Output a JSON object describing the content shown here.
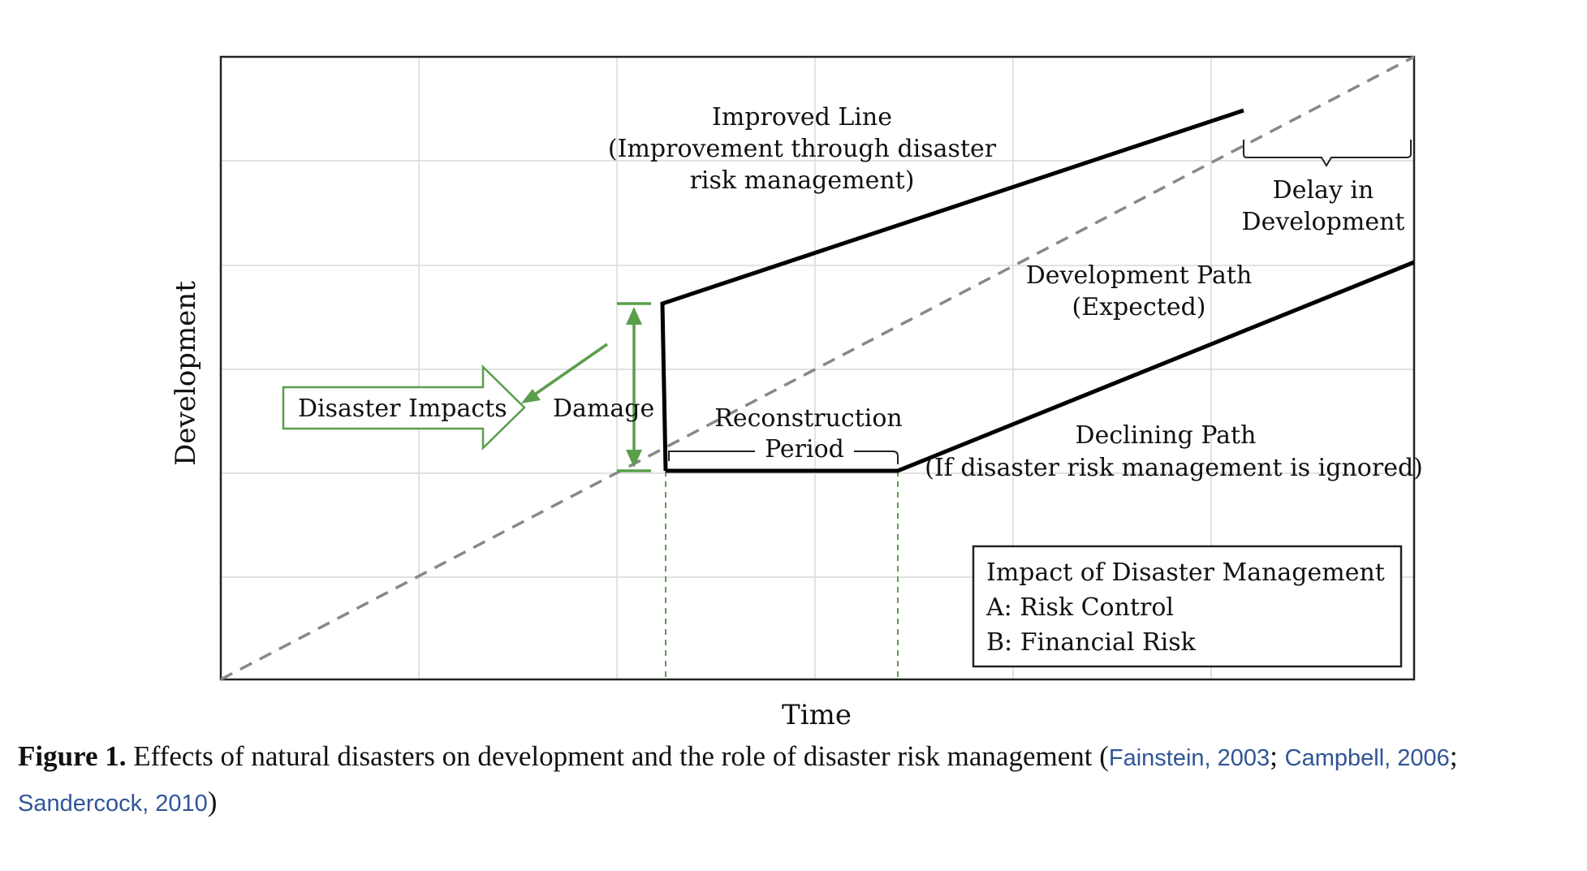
{
  "diagram": {
    "axis_x_label": "Time",
    "axis_y_label": "Development",
    "improved_line_label": [
      "Improved Line",
      "(Improvement through disaster",
      "risk management)"
    ],
    "delay_label": [
      "Delay in",
      "Development"
    ],
    "expected_path_label": [
      "Development Path",
      "(Expected)"
    ],
    "disaster_impacts_label": "Disaster Impacts",
    "damage_label": "Damage",
    "reconstruction_label": [
      "Reconstruction",
      "Period"
    ],
    "declining_path_label": [
      "Declining Path",
      "(If disaster risk management is ignored)"
    ],
    "legend": {
      "title": "Impact of Disaster Management",
      "items": [
        "A: Risk Control",
        "B: Financial Risk"
      ]
    },
    "colors": {
      "green": "#5a9e4b",
      "path": "#000000",
      "expected": "#888888",
      "grid": "#d9d9d9"
    }
  },
  "caption": {
    "figure_label": "Figure 1.",
    "text": " Effects of natural disasters on development and the role of disaster risk management (",
    "citations": [
      "Fainstein, 2003",
      "Campbell, 2006",
      "Sandercock, 2010"
    ],
    "separator": "; ",
    "close": ")"
  }
}
